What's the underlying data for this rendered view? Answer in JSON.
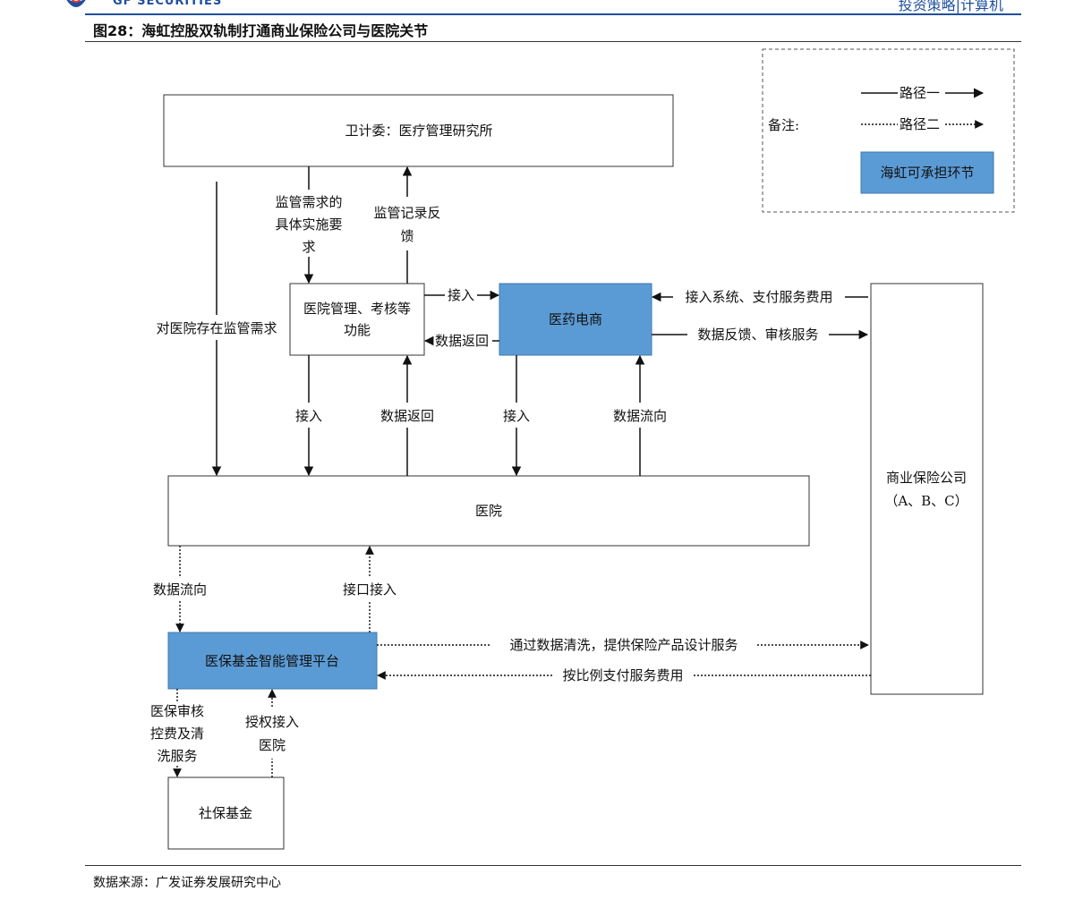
{
  "header": {
    "brand": "GF SECURITIES",
    "section": "投资策略|计算机",
    "brand_color": "#1f4f9e"
  },
  "figure_title": "图28：海虹控股双轨制打通商业保险公司与医院关节",
  "source": "数据来源：广发证券发展研究中心",
  "colors": {
    "highlight_fill": "#5b9bd5",
    "line": "#111111"
  },
  "legend": {
    "label": "备注:",
    "path1": "路径一",
    "path2": "路径二",
    "highlight": "海虹可承担环节"
  },
  "nodes": {
    "wei": "卫计委：医疗管理研究所",
    "mgmt_line1": "医院管理、考核等",
    "mgmt_line2": "功能",
    "ecom": "医药电商",
    "hospital": "医院",
    "platform": "医保基金智能管理平台",
    "social": "社保基金",
    "insurer_line1": "商业保险公司",
    "insurer_line2": "（A、B、C）"
  },
  "edges": {
    "req1": "监管需求的",
    "req2": "具体实施要",
    "req3": "求",
    "fb1": "监管记录反",
    "fb2": "馈",
    "hosp_req": "对医院存在监管需求",
    "access1": "接入",
    "data_return1": "数据返回",
    "access2": "接入",
    "data_return2": "数据返回",
    "access3": "接入",
    "data_flow1": "数据流向",
    "insurer_access": "接入系统、支付服务费用",
    "insurer_feedback": "数据反馈、审核服务",
    "data_flow2": "数据流向",
    "interface": "接口接入",
    "cleaning": "通过数据清洗，提供保险产品设计服务",
    "fee": "按比例支付服务费用",
    "audit1": "医保审核",
    "audit2": "控费及清",
    "audit3": "洗服务",
    "auth1": "授权接入",
    "auth2": "医院"
  }
}
